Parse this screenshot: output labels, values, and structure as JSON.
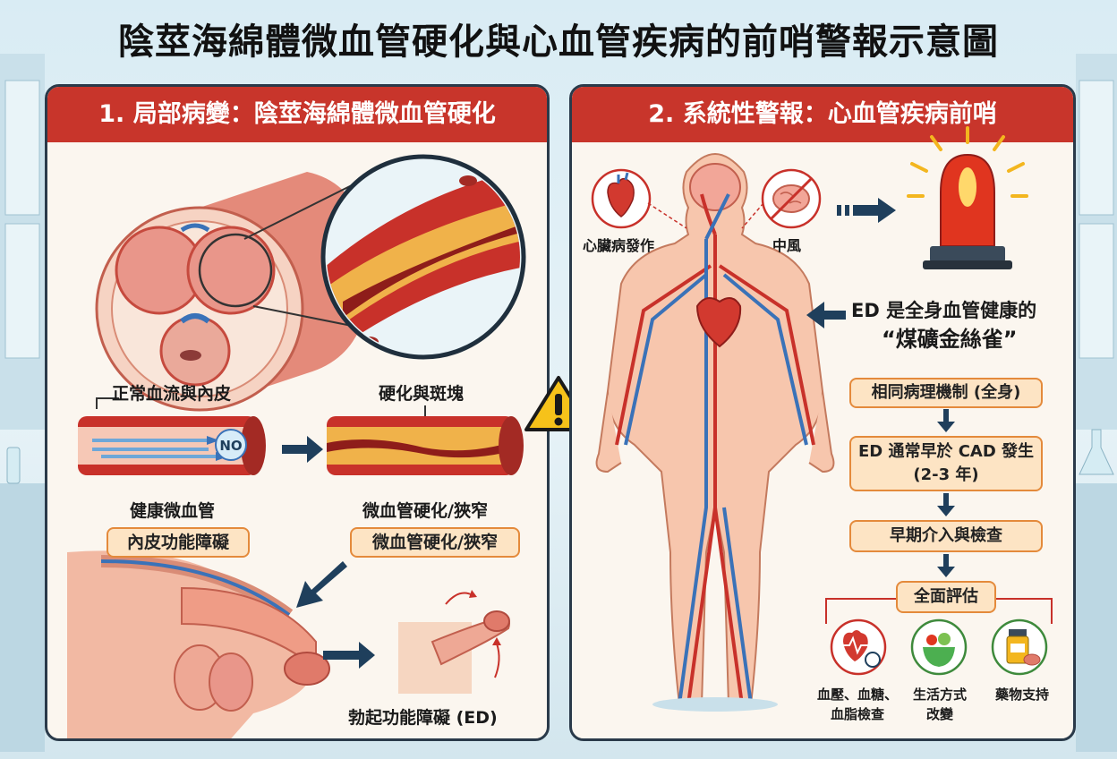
{
  "title": "陰莖海綿體微血管硬化與心血管疾病的前哨警報示意圖",
  "panel1": {
    "header": "1. 局部病變：陰莖海綿體微血管硬化",
    "label_normal_flow": "正常血流與內皮",
    "label_hardening_plaque": "硬化與斑塊",
    "no_badge": "NO",
    "label_healthy": "健康微血管",
    "label_narrowed": "微血管硬化/狹窄",
    "pill_endothelial": "內皮功能障礙",
    "pill_narrowed": "微血管硬化/狹窄",
    "label_ed": "勃起功能障礙 (ED)"
  },
  "panel2": {
    "header": "2. 系統性警報：心血管疾病前哨",
    "label_heart_attack": "心臟病發作",
    "label_stroke": "中風",
    "canary_line1": "ED 是全身血管健康的",
    "canary_line2": "“煤礦金絲雀”",
    "flow": [
      "相同病理機制 (全身)",
      "ED 通常早於 CAD 發生",
      "(2-3 年)",
      "早期介入與檢查",
      "全面評估"
    ],
    "assess_items": [
      {
        "line1": "血壓、血糖、",
        "line2": "血脂檢查"
      },
      {
        "line1": "生活方式",
        "line2": "改變"
      },
      {
        "line1": "藥物支持",
        "line2": ""
      }
    ]
  },
  "colors": {
    "header_red": "#c8352b",
    "pill_fill": "#fde4c4",
    "pill_border": "#e48a3b",
    "arrow_navy": "#1f3f5c",
    "artery_red": "#c8312a",
    "vein_blue": "#3a72b8"
  }
}
